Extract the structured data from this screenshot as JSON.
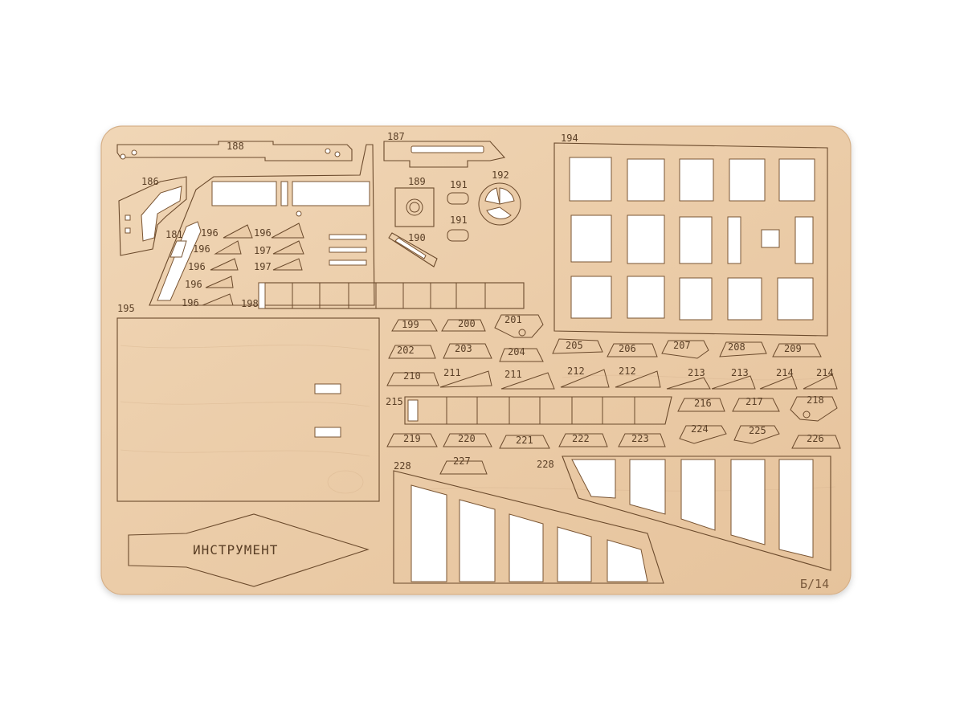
{
  "image": {
    "background": "#ffffff",
    "board_color": "#ecd0ae",
    "board_edge_color": "#d9b58c",
    "engraving_color": "#5a3f26",
    "subject": "laser-cut plywood model sheet"
  },
  "labels": {
    "p186": "186",
    "p188": "188",
    "p181": "181",
    "p187": "187",
    "p189": "189",
    "p190": "190",
    "p191a": "191",
    "p191b": "191",
    "p192": "192",
    "p194": "194",
    "p195": "195",
    "p196a": "196",
    "p196b": "196",
    "p196c": "196",
    "p196d": "196",
    "p196e": "196",
    "p196f": "196",
    "p197a": "197",
    "p197b": "197",
    "p198": "198",
    "p199": "199",
    "p200": "200",
    "p201": "201",
    "p202": "202",
    "p203": "203",
    "p204": "204",
    "p205": "205",
    "p206": "206",
    "p207": "207",
    "p208": "208",
    "p209": "209",
    "p210": "210",
    "p211a": "211",
    "p211b": "211",
    "p212a": "212",
    "p212b": "212",
    "p213a": "213",
    "p213b": "213",
    "p214a": "214",
    "p214b": "214",
    "p215": "215",
    "p216": "216",
    "p217": "217",
    "p218": "218",
    "p219": "219",
    "p220": "220",
    "p221": "221",
    "p222": "222",
    "p223": "223",
    "p224": "224",
    "p225": "225",
    "p226": "226",
    "p227": "227",
    "p228a": "228",
    "p228b": "228"
  },
  "tool_label": "ИНСТРУМЕНТ",
  "sheet_code": "Б/14"
}
